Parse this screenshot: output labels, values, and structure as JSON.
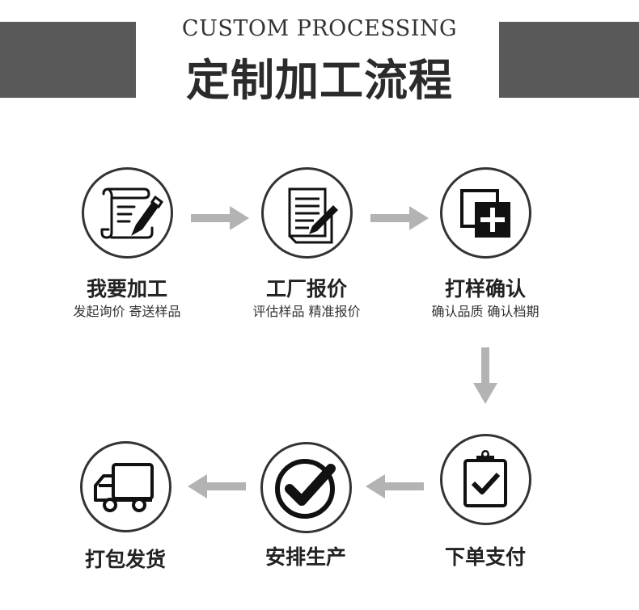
{
  "header": {
    "title_en": "CUSTOM PROCESSING",
    "title_cn": "定制加工流程"
  },
  "steps": [
    {
      "title": "我要加工",
      "subtitle": "发起询价 寄送样品",
      "icon": "scroll-pen-icon"
    },
    {
      "title": "工厂报价",
      "subtitle": "评估样品 精准报价",
      "icon": "document-pencil-icon"
    },
    {
      "title": "打样确认",
      "subtitle": "确认品质 确认档期",
      "icon": "add-layers-icon"
    },
    {
      "title": "下单支付",
      "subtitle": "",
      "icon": "clipboard-check-icon"
    },
    {
      "title": "安排生产",
      "subtitle": "",
      "icon": "check-circle-icon"
    },
    {
      "title": "打包发货",
      "subtitle": "",
      "icon": "delivery-truck-icon"
    }
  ],
  "colors": {
    "band": "#595959",
    "arrow": "#b3b3b3",
    "ink": "#222222"
  }
}
